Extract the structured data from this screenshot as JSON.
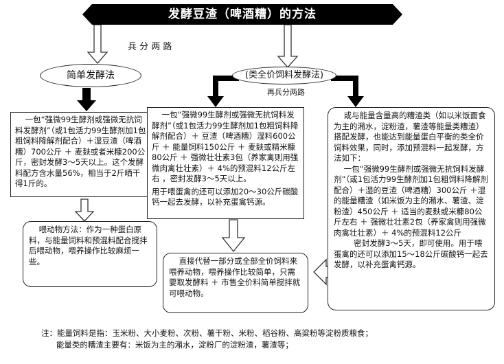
{
  "title": "发酵豆渣（啤酒糟）的方法",
  "split_label": "兵  分  两  路",
  "method_simple": "简单发酵法",
  "method_full": "(类全价饲料发酵法)",
  "split_again": "再兵分两路",
  "left_box": "    一包“强微99生酵剂或强微无抗饲料发酵剂”（或1包活力99生酵剂加1包粗饲料降解剂配合）＋湿豆渣（啤酒糟）700公斤 ＋ 麦麸或者米糠200公斤，密封发酵3～5天以上。这个发酵料配方含水量56%，相当于2斤晒干得1斤的。",
  "left_feed": "    喂动物方法：作为一种蛋白原料，与能量饲料和预混料配合搅拌后喂动物，喂养操作比较麻烦一些。",
  "mid_box": "    一包“强微99生酵剂或强微无抗饲料发酵剂”（或1包活力99生酵剂加1包粗饲料降解剂配合）＋ 豆渣（啤酒糟）湿料600公斤 ＋ 能量饲料150公斤 ＋ 麦麸或精米糠80公斤 ＋ 强微壮壮素3包（养家禽则用强微肉禽壮壮素）＋ 4%的预混料12公斤左右 ，密封发酵3～5天以上。",
  "mid_box_note": "用于喂蛋禽的还可以添加20～30公斤碳酸钙一起去发酵，以补充蛋禽钙源。",
  "right_box_intro": "    或与能量含量高的糟渣类（如以米饭面食为主的潲水，淀粉渣，薯渣等能量类糟渣）搭配发酵，也能达到能量蛋白平衡的类全价饲料效果，同时，添加预混料一起发酵，方法如下：",
  "right_box_recipe": "    一包“强微99生酵剂或强微无抗饲料发酵剂”（或1包活力99生酵剂加1包粗饲料降解剂配合）＋湿的豆渣（啤酒糟）300公斤 ＋湿的能量糟渣（如米饭为主的潲水、薯渣、淀粉渣）450公斤 ＋ 适当的麦麸或米糠80公斤左右 ＋ 强微壮壮素2包（养家禽则用强微肉禽壮壮素）＋ 4%的预混料12公斤",
  "right_box_end": "        密封发酵3～5天，即可使用。用于喂蛋禽的还可以添加15～18公斤碳酸钙一起去发酵，以补充蛋禽钙源。",
  "center_feed": "    直接代替一部分或全部全价饲料来喂养动物，喂养操作比较简单，只需要取发酵料 ＋ 市售全价料简单搅拌就可喂动物。",
  "note_line1": "注：能量饲料是指：玉米粉、大小麦粉、次粉、薯干粉、米粉、稻谷粉、高粱粉等淀粉质粮食；",
  "note_line2": "      能量类的糟渣主要有：米饭为主的潲水，淀粉厂的淀粉渣，薯渣等；"
}
